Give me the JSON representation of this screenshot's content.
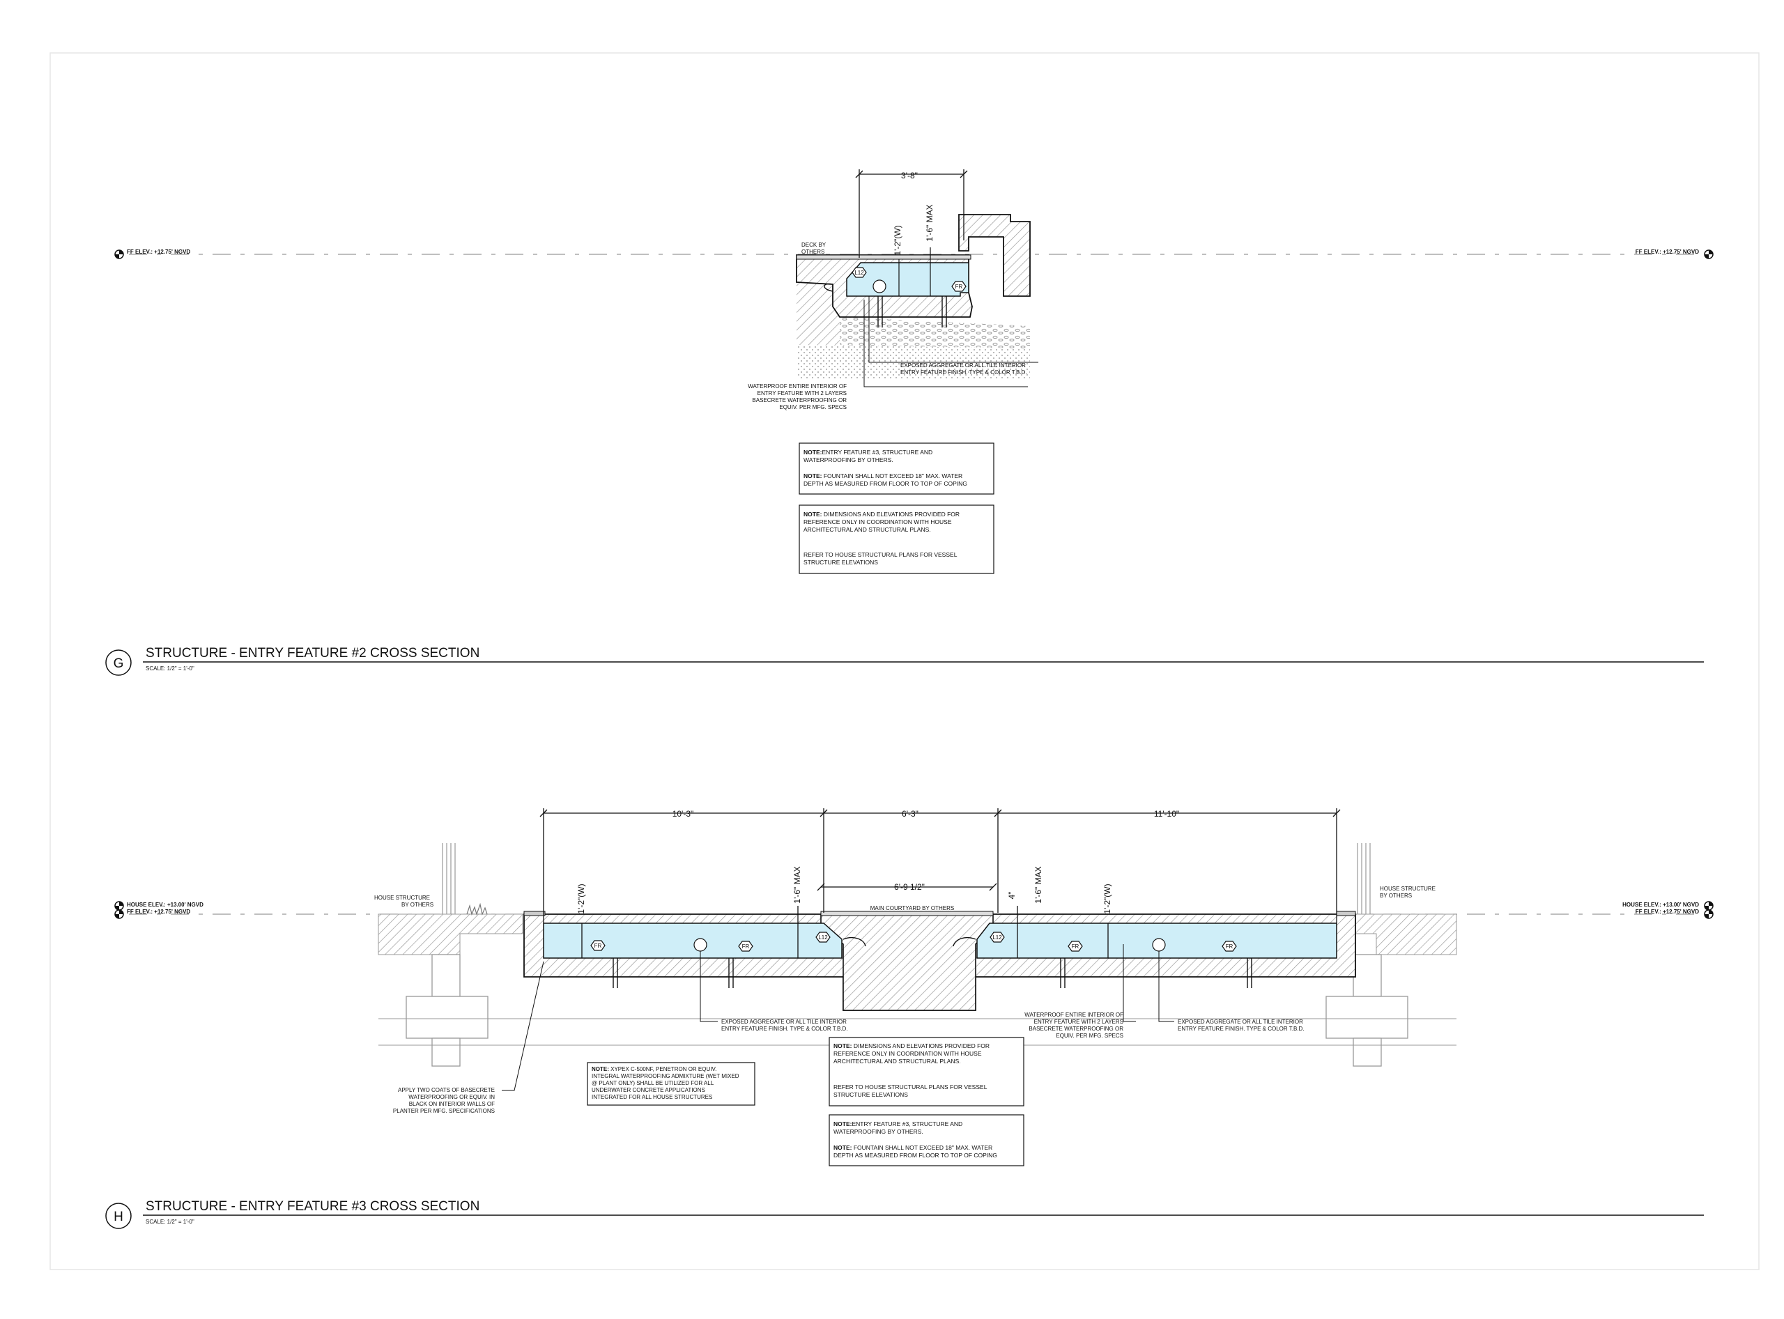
{
  "colors": {
    "water": "#cfeef8",
    "line": "#111111",
    "hatch": "#9a9a9a",
    "bg": "#ffffff"
  },
  "section_g": {
    "title": "STRUCTURE - ENTRY FEATURE #2 CROSS SECTION",
    "scale": "SCALE: 1/2\" = 1'-0\"",
    "marker": "G",
    "elev_left": "FF ELEV.: +12.75' NGVD",
    "elev_right": "FF ELEV.: +12.75' NGVD",
    "dim_width": "3'-8\"",
    "dim_w": "1'-2\"(W)",
    "dim_max": "1'-6\" MAX",
    "deck_label": [
      "DECK BY",
      "OTHERS"
    ],
    "tag_l12": "L12",
    "tag_fr": "FR",
    "callout_finish": [
      "EXPOSED AGGREGATE OR ALL TILE INTERIOR",
      "ENTRY FEATURE FINISH. TYPE & COLOR T.B.D."
    ],
    "callout_waterproof": [
      "WATERPROOF ENTIRE INTERIOR OF",
      "ENTRY FEATURE WITH 2 LAYERS",
      "BASECRETE WATERPROOFING OR",
      "EQUIV. PER MFG. SPECS"
    ],
    "note1": {
      "label": "NOTE:",
      "lines": [
        "ENTRY FEATURE #3, STRUCTURE AND",
        "WATERPROOFING BY OTHERS."
      ]
    },
    "note2": {
      "label": "NOTE:",
      "lines": [
        " FOUNTAIN SHALL NOT EXCEED 18\" MAX. WATER",
        "DEPTH AS MEASURED FROM FLOOR TO TOP OF COPING"
      ]
    },
    "note3": {
      "label": "NOTE:",
      "lines": [
        " DIMENSIONS AND ELEVATIONS PROVIDED FOR",
        "REFERENCE ONLY IN COORDINATION WITH HOUSE",
        "ARCHITECTURAL AND STRUCTURAL PLANS."
      ]
    },
    "note4": {
      "lines": [
        "REFER TO HOUSE STRUCTURAL PLANS FOR VESSEL",
        "STRUCTURE ELEVATIONS"
      ]
    }
  },
  "section_h": {
    "title": "STRUCTURE - ENTRY FEATURE #3 CROSS SECTION",
    "scale": "SCALE: 1/2\" = 1'-0\"",
    "marker": "H",
    "elev_left": [
      "HOUSE ELEV.: +13.00' NGVD",
      "FF ELEV.: +12.75' NGVD"
    ],
    "elev_right": [
      "HOUSE ELEV.: +13.00' NGVD",
      "FF ELEV.: +12.75' NGVD"
    ],
    "dim_left": "10'-3\"",
    "dim_center": "6'-3\"",
    "dim_right": "11'-10\"",
    "dim_inner": "6'-9 1/2\"",
    "dim_w": "1'-2\"(W)",
    "dim_max": "1'-6\" MAX",
    "dim_4": "4\"",
    "house_left": [
      "HOUSE STRUCTURE",
      "BY OTHERS"
    ],
    "house_right": [
      "HOUSE STRUCTURE",
      "BY OTHERS"
    ],
    "courtyard": "MAIN COURTYARD BY OTHERS",
    "tag_l12": "L12",
    "tag_fr": "FR",
    "callout_finish_left": [
      "EXPOSED AGGREGATE OR ALL TILE INTERIOR",
      "ENTRY FEATURE FINISH. TYPE & COLOR T.B.D."
    ],
    "callout_waterproof": [
      "WATERPROOF ENTIRE INTERIOR OF",
      "ENTRY FEATURE WITH 2 LAYERS",
      "BASECRETE WATERPROOFING OR",
      "EQUIV. PER MFG. SPECS"
    ],
    "callout_finish_right": [
      "EXPOSED AGGREGATE OR ALL TILE INTERIOR",
      "ENTRY FEATURE FINISH. TYPE & COLOR T.B.D."
    ],
    "callout_apply": [
      "APPLY TWO COATS OF BASECRETE",
      "WATERPROOFING OR EQUIV. IN",
      "BLACK ON INTERIOR WALLS OF",
      "PLANTER PER MFG. SPECIFICATIONS"
    ],
    "note_xypex": {
      "label": "NOTE:",
      "lines": [
        " XYPEX C-500NF, PENETRON OR EQUIV.",
        "INTEGRAL WATERPROOFING ADMIXTURE (WET MIXED",
        "@ PLANT ONLY) SHALL BE UTILIZED FOR ALL",
        "UNDERWATER CONCRETE APPLICATIONS",
        "INTEGRATED FOR ALL HOUSE STRUCTURES"
      ]
    },
    "note1": {
      "label": "NOTE:",
      "lines": [
        " DIMENSIONS AND ELEVATIONS PROVIDED FOR",
        "REFERENCE ONLY IN COORDINATION WITH HOUSE",
        "ARCHITECTURAL AND STRUCTURAL PLANS."
      ]
    },
    "note2": {
      "lines": [
        "REFER TO HOUSE STRUCTURAL PLANS FOR VESSEL",
        "STRUCTURE ELEVATIONS"
      ]
    },
    "note3": {
      "label": "NOTE:",
      "lines": [
        "ENTRY FEATURE #3, STRUCTURE AND",
        "WATERPROOFING BY OTHERS."
      ]
    },
    "note4": {
      "label": "NOTE:",
      "lines": [
        " FOUNTAIN SHALL NOT EXCEED 18\" MAX. WATER",
        "DEPTH AS MEASURED FROM FLOOR TO TOP OF COPING"
      ]
    }
  }
}
